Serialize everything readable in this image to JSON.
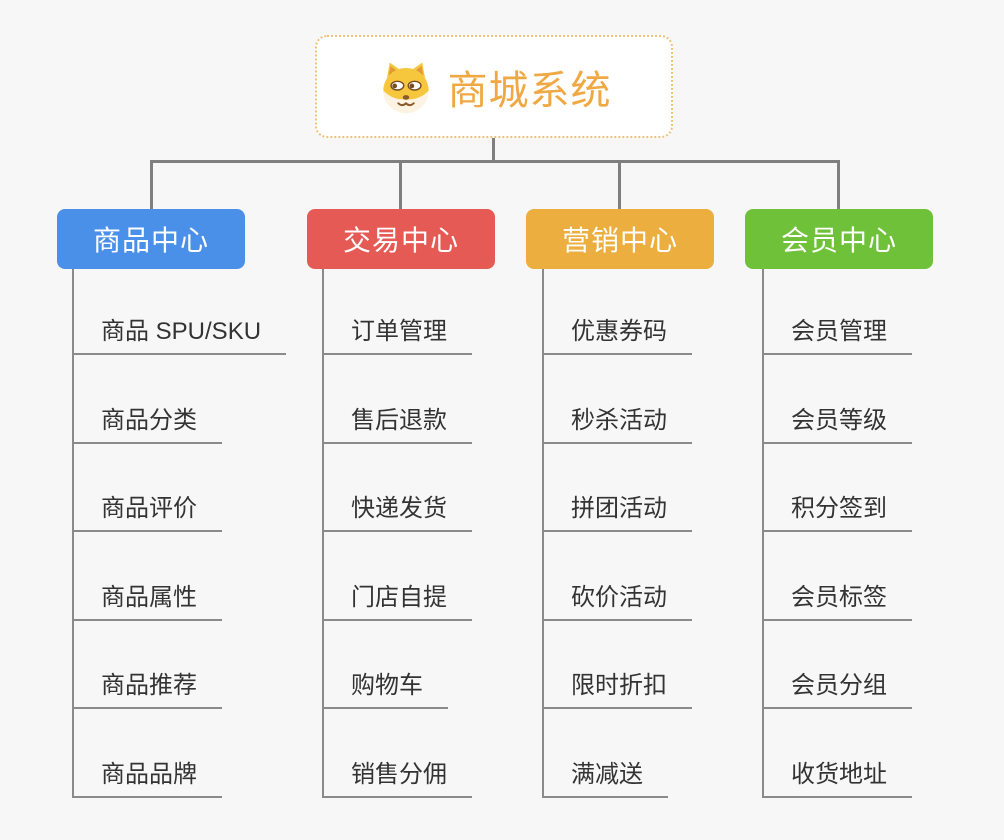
{
  "root": {
    "title": "商城系统",
    "icon": "doge-face-icon",
    "accent_color": "#F0A843",
    "border_color": "#EFC076"
  },
  "connector_color": "#7F7F7F",
  "item_line_color": "#8A8A8A",
  "item_text_color": "#333333",
  "branches": [
    {
      "label": "商品中心",
      "color": "#4B90E8",
      "items": [
        "商品 SPU/SKU",
        "商品分类",
        "商品评价",
        "商品属性",
        "商品推荐",
        "商品品牌"
      ]
    },
    {
      "label": "交易中心",
      "color": "#E55A54",
      "items": [
        "订单管理",
        "售后退款",
        "快递发货",
        "门店自提",
        "购物车",
        "销售分佣"
      ]
    },
    {
      "label": "营销中心",
      "color": "#EBAE3F",
      "items": [
        "优惠券码",
        "秒杀活动",
        "拼团活动",
        "砍价活动",
        "限时折扣",
        "满减送"
      ]
    },
    {
      "label": "会员中心",
      "color": "#6FC139",
      "items": [
        "会员管理",
        "会员等级",
        "积分签到",
        "会员标签",
        "会员分组",
        "收货地址"
      ]
    }
  ]
}
